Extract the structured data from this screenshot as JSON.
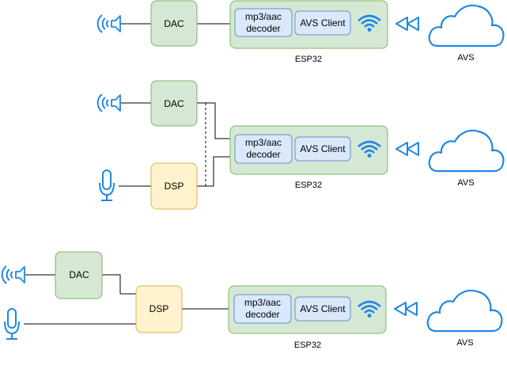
{
  "colors": {
    "blue": "#1e88e5",
    "green_fill": "#d5e8d4",
    "green_stroke": "#82b366",
    "yellow_fill": "#fff2cc",
    "yellow_stroke": "#d6b656",
    "inner_fill": "#dae8fc",
    "inner_stroke": "#6c8ebf",
    "line": "#000000"
  },
  "icons": [
    "speaker-icon",
    "microphone-icon",
    "wifi-icon",
    "rewind-icon",
    "cloud-icon"
  ],
  "diagrams": [
    {
      "dac_label": "DAC",
      "decoder_label_line1": "mp3/aac",
      "decoder_label_line2": "decoder",
      "client_label": "AVS Client",
      "esp32_label": "ESP32",
      "avs_label": "AVS"
    },
    {
      "dac_label": "DAC",
      "dsp_label": "DSP",
      "decoder_label_line1": "mp3/aac",
      "decoder_label_line2": "decoder",
      "client_label": "AVS Client",
      "esp32_label": "ESP32",
      "avs_label": "AVS"
    },
    {
      "dac_label": "DAC",
      "dsp_label": "DSP",
      "decoder_label_line1": "mp3/aac",
      "decoder_label_line2": "decoder",
      "client_label": "AVS Client",
      "esp32_label": "ESP32",
      "avs_label": "AVS"
    }
  ]
}
